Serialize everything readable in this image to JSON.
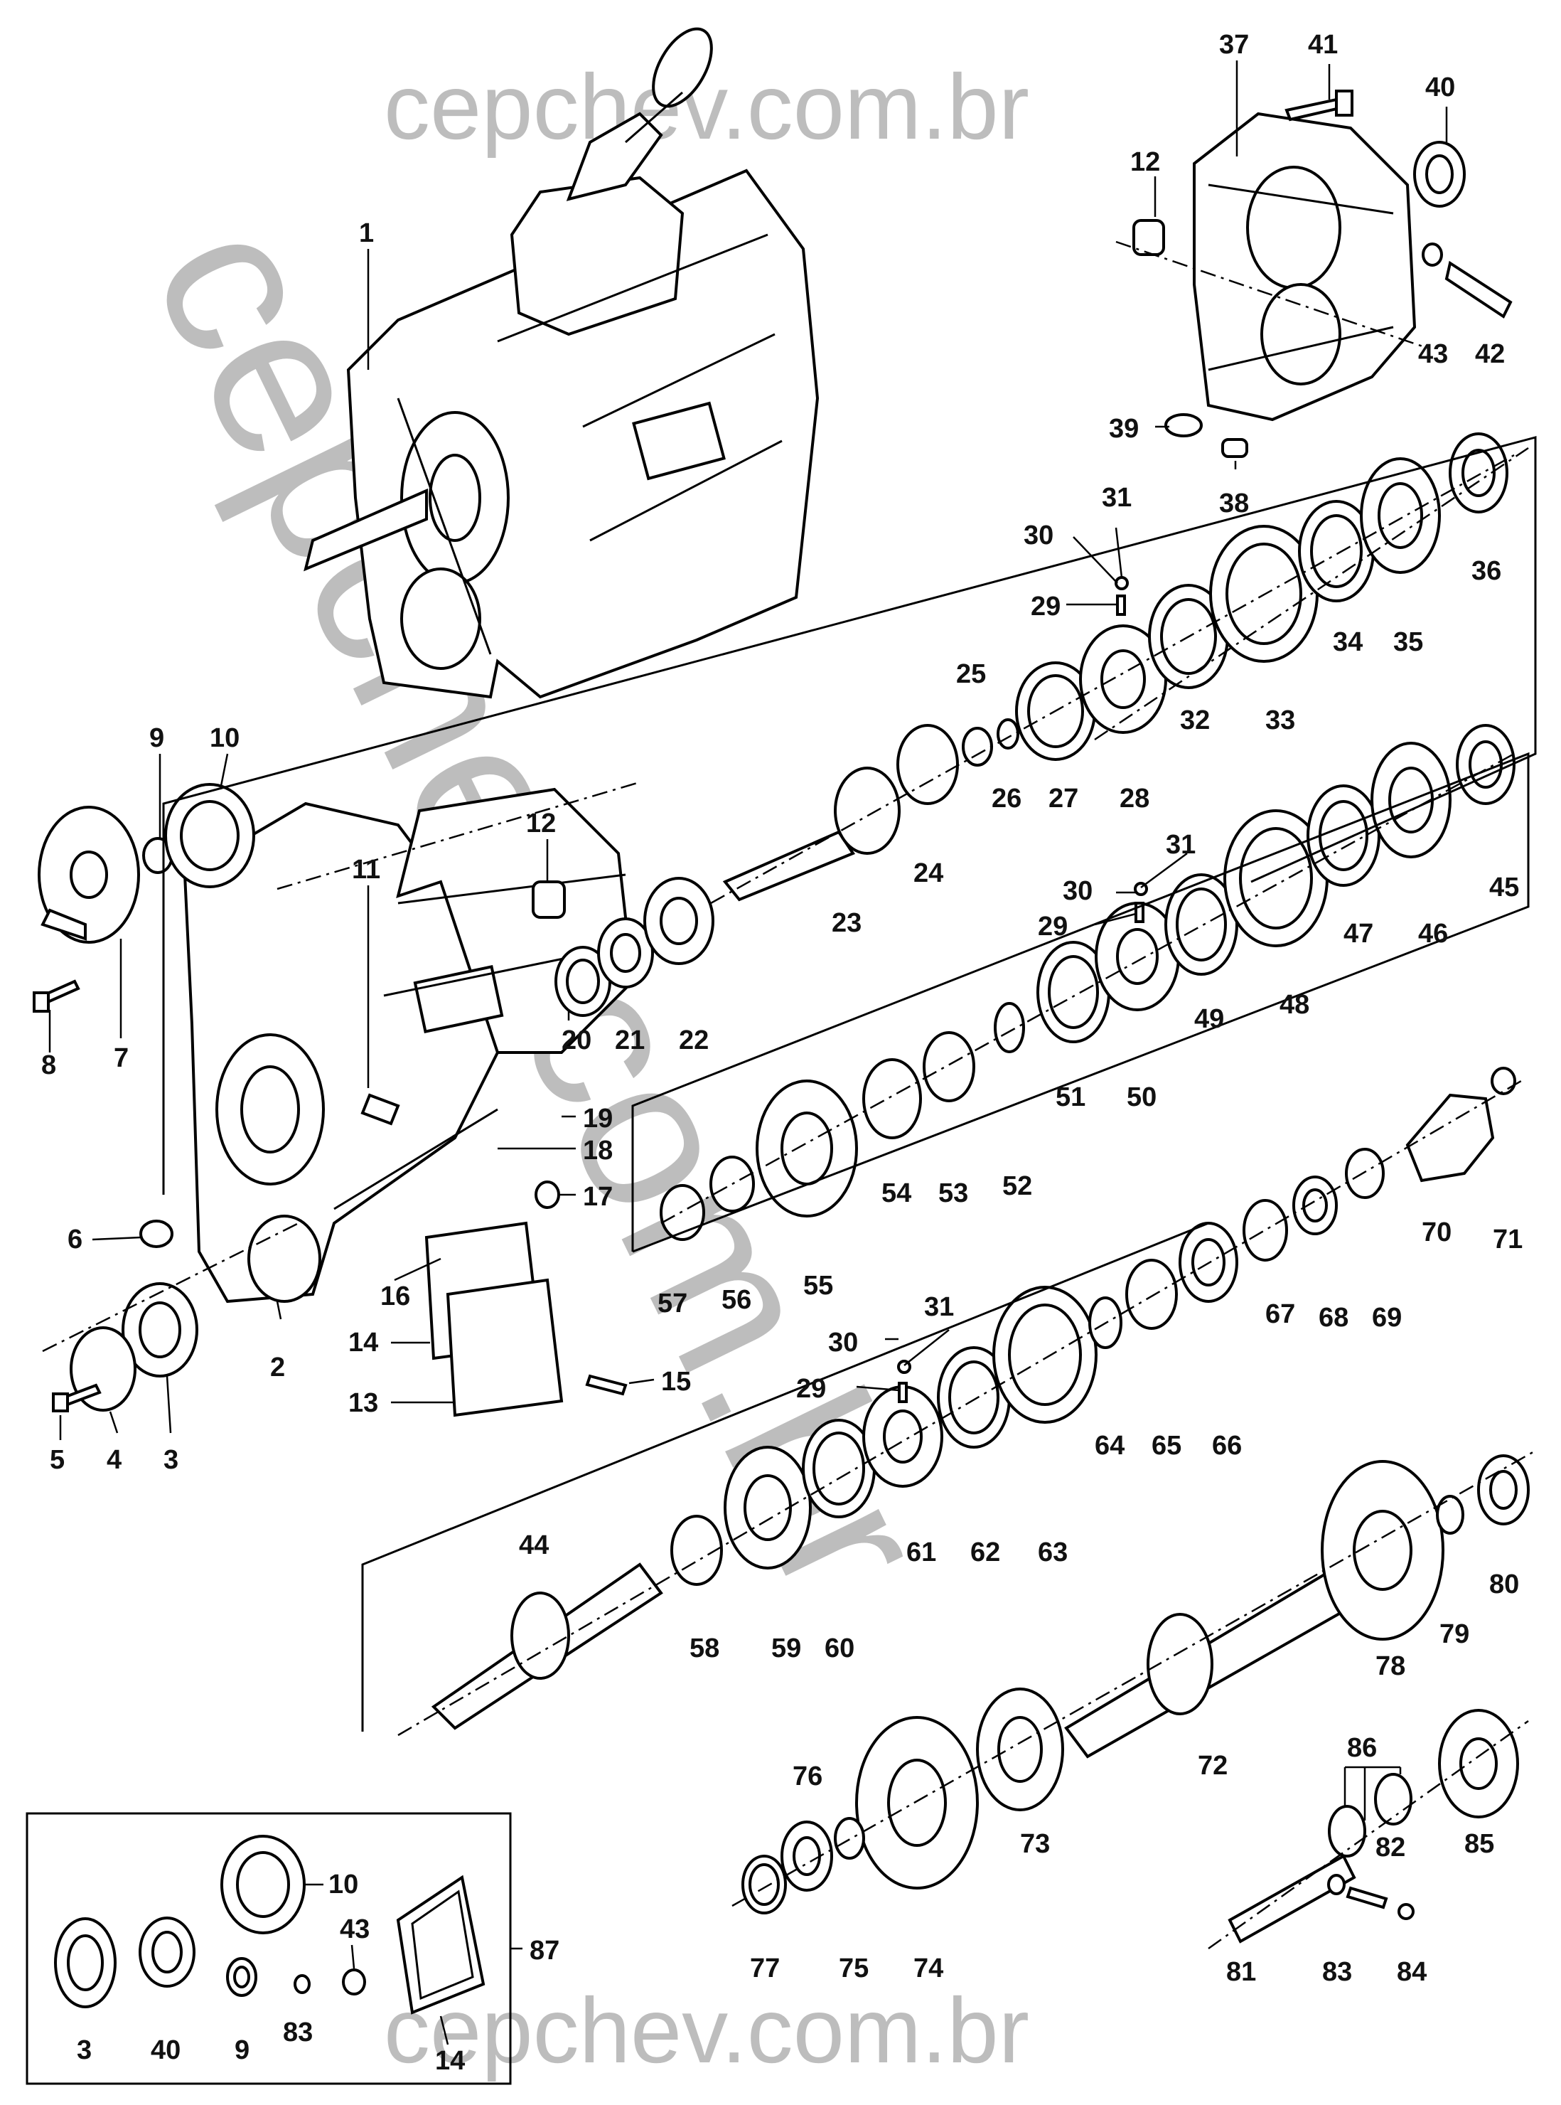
{
  "watermark": {
    "text": "cepchev.com.br"
  },
  "callouts": {
    "c1": "1",
    "c2": "2",
    "c3": "3",
    "c4": "4",
    "c5": "5",
    "c6": "6",
    "c7": "7",
    "c8": "8",
    "c9": "9",
    "c10": "10",
    "c11": "11",
    "c12": "12",
    "c13": "13",
    "c14": "14",
    "c15": "15",
    "c16": "16",
    "c17": "17",
    "c18": "18",
    "c19": "19",
    "c20": "20",
    "c21": "21",
    "c22": "22",
    "c23": "23",
    "c24": "24",
    "c25": "25",
    "c26": "26",
    "c27": "27",
    "c28": "28",
    "c29": "29",
    "c30": "30",
    "c31": "31",
    "c32": "32",
    "c33": "33",
    "c34": "34",
    "c35": "35",
    "c36": "36",
    "c37": "37",
    "c38": "38",
    "c39": "39",
    "c40": "40",
    "c41": "41",
    "c42": "42",
    "c43": "43",
    "c44": "44",
    "c45": "45",
    "c46": "46",
    "c47": "47",
    "c48": "48",
    "c49": "49",
    "c50": "50",
    "c51": "51",
    "c52": "52",
    "c53": "53",
    "c54": "54",
    "c55": "55",
    "c56": "56",
    "c57": "57",
    "c58": "58",
    "c59": "59",
    "c60": "60",
    "c61": "61",
    "c62": "62",
    "c63": "63",
    "c64": "64",
    "c65": "65",
    "c66": "66",
    "c67": "67",
    "c68": "68",
    "c69": "69",
    "c70": "70",
    "c71": "71",
    "c72": "72",
    "c73": "73",
    "c74": "74",
    "c75": "75",
    "c76": "76",
    "c77": "77",
    "c78": "78",
    "c79": "79",
    "c80": "80",
    "c81": "81",
    "c82": "82",
    "c83": "83",
    "c84": "84",
    "c85": "85",
    "c86": "86",
    "c87": "87"
  },
  "kit": {
    "label": "87",
    "items": {
      "k3": "3",
      "k40": "40",
      "k9": "9",
      "k83": "83",
      "k43": "43",
      "k10": "10",
      "k14": "14"
    }
  }
}
